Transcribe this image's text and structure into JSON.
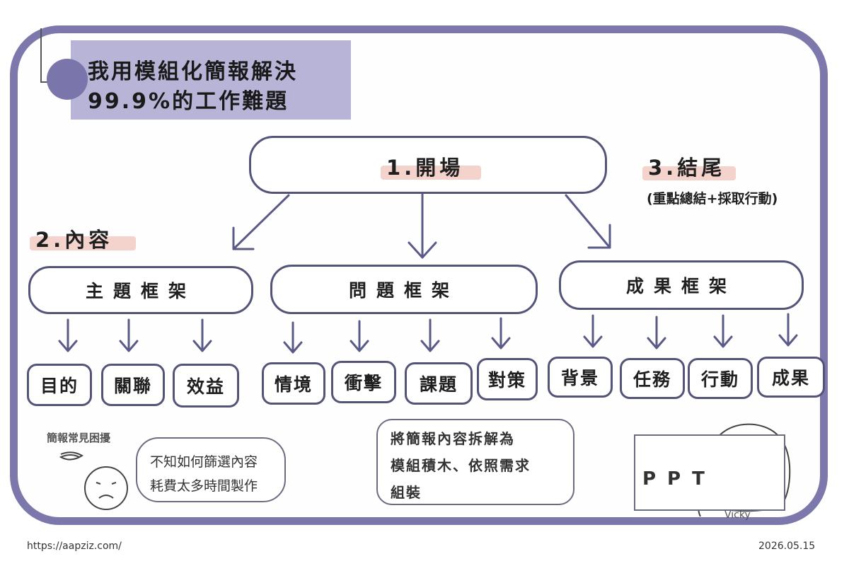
{
  "title": {
    "line1": "我用模組化簡報解決",
    "line2": "99.9%的工作難題"
  },
  "sections": {
    "opening": "1.開場",
    "content": "2.內容",
    "ending": "3.結尾",
    "ending_sub": "(重點總結+採取行動)"
  },
  "frameworks": [
    {
      "name": "主題框架",
      "items": [
        "目的",
        "關聯",
        "效益"
      ]
    },
    {
      "name": "問題框架",
      "items": [
        "情境",
        "衝擊",
        "課題",
        "對策"
      ]
    },
    {
      "name": "成果框架",
      "items": [
        "背景",
        "任務",
        "行動",
        "成果"
      ]
    }
  ],
  "pain": {
    "heading": "簡報常見困擾",
    "thought_line1": "不知如何篩選內容",
    "thought_line2": "耗費太多時間製作"
  },
  "solution": {
    "line1": "將簡報內容拆解為",
    "line2": "模組積木、依照需求",
    "line3": "組裝"
  },
  "presenter": {
    "board_text": "PPT",
    "name": "Vicky"
  },
  "footer": {
    "url": "https://aapziz.com/",
    "date": "2026.05.15"
  },
  "colors": {
    "frame": "#7c78ab",
    "title_box": "#b7b4d8",
    "highlight": "#f4d3cd",
    "outline": "#545479"
  }
}
